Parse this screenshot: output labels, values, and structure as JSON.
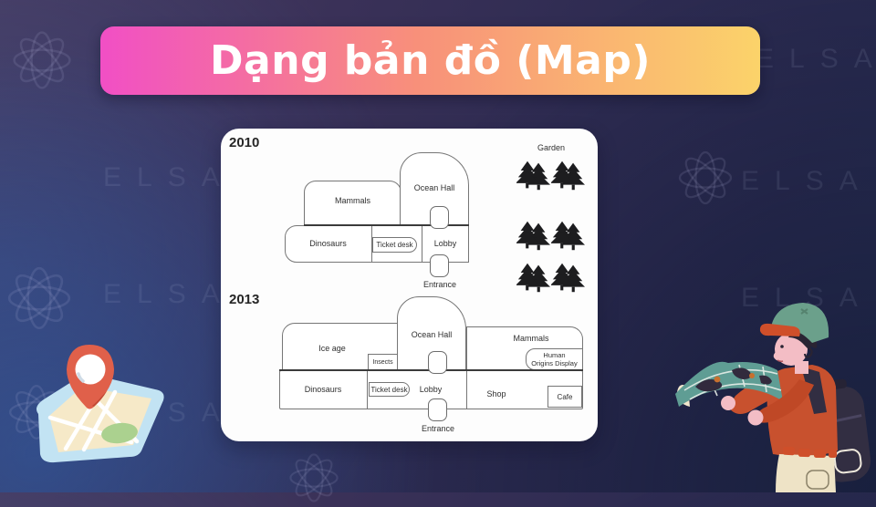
{
  "slide": {
    "title": "Dạng bản đồ (Map)"
  },
  "brand": {
    "watermark_text": "ELSA"
  },
  "colors": {
    "banner_gradient_start": "#F14FC5",
    "banner_gradient_mid": "#F8907A",
    "banner_gradient_end": "#FBD36A",
    "background_purple": "#3A3158",
    "background_navy": "#232C4F",
    "card_background": "#FFFFFF",
    "plan_wall": "#767676",
    "pin_red": "#E0604A",
    "map_cream": "#F6E9C8",
    "jacket_rust": "#C8512E",
    "cap_green": "#6BA08B"
  },
  "plans": {
    "y2010": {
      "year": "2010",
      "rooms": {
        "mammals": "Mammals",
        "ocean_hall": "Ocean Hall",
        "dinosaurs": "Dinosaurs",
        "ticket_desk": "Ticket desk",
        "lobby": "Lobby"
      },
      "entrance_label": "Entrance"
    },
    "garden": {
      "label": "Garden",
      "tree_count": 6
    },
    "y2013": {
      "year": "2013",
      "rooms": {
        "ice_age": "Ice age",
        "insects": "Insects",
        "ocean_hall": "Ocean Hall",
        "mammals": "Mammals",
        "human_origins_line1": "Human",
        "human_origins_line2": "Origins Display",
        "dinosaurs": "Dinosaurs",
        "ticket_desk": "Ticket desk",
        "lobby": "Lobby",
        "shop": "Shop",
        "cafe": "Cafe"
      },
      "entrance_label": "Entrance"
    }
  }
}
